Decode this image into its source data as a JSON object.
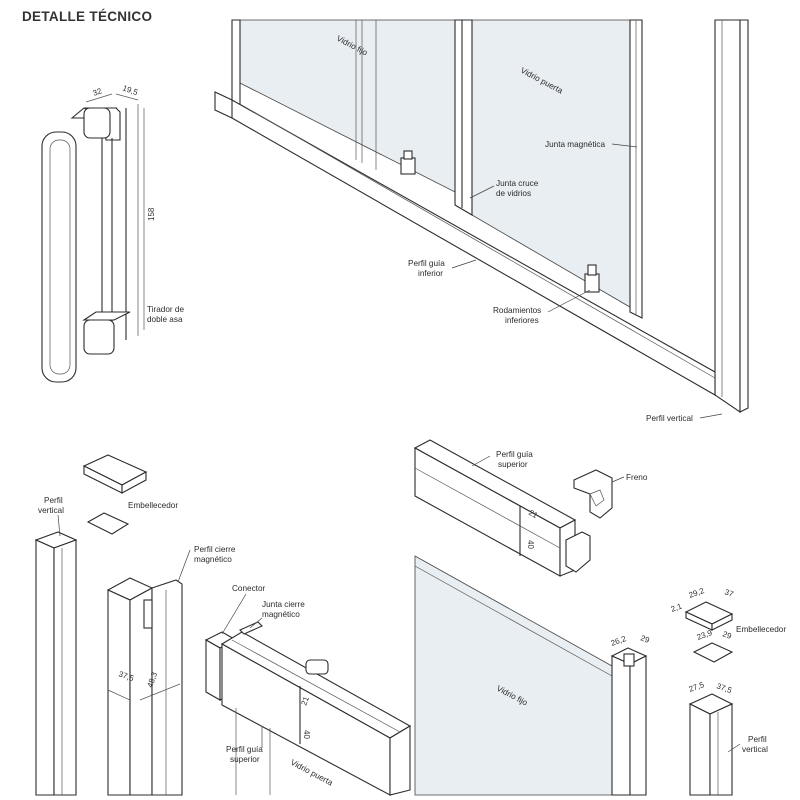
{
  "title": "DETALLE TÉCNICO",
  "labels": {
    "vidrio_fijo_top": "Vidrio fijo",
    "vidrio_puerta_top": "Vidrio puerta",
    "junta_magnetica": "Junta magnética",
    "junta_cruce_1": "Junta cruce",
    "junta_cruce_2": "de vidrios",
    "perfil_guia_inf_1": "Perfil guía",
    "perfil_guia_inf_2": "inferior",
    "rodamientos_1": "Rodamientos",
    "rodamientos_2": "inferiores",
    "perfil_vertical_top": "Perfil vertical",
    "tirador_1": "Tirador de",
    "tirador_2": "doble asa",
    "perfil_vertical_left_1": "Perfil",
    "perfil_vertical_left_2": "vertical",
    "embellecedor_left": "Embellecedor",
    "perfil_cierre_1": "Perfil cierre",
    "perfil_cierre_2": "magnético",
    "conector": "Conector",
    "junta_cierre_1": "Junta cierre",
    "junta_cierre_2": "magnético",
    "perfil_guia_sup_bottom_1": "Perfil guía",
    "perfil_guia_sup_bottom_2": "superior",
    "vidrio_puerta_bottom": "Vidrio puerta",
    "perfil_guia_sup_right_1": "Perfil guía",
    "perfil_guia_sup_right_2": "superior",
    "freno": "Freno",
    "vidrio_fijo_bottom": "Vidrio fijo",
    "embellecedor_right": "Embellecedor",
    "perfil_vertical_right_1": "Perfil",
    "perfil_vertical_right_2": "vertical"
  },
  "dimensions": {
    "handle_width": "32",
    "handle_depth": "19,5",
    "handle_height": "158",
    "left_profile_a": "37,5",
    "left_profile_b": "48,3",
    "bottom_rail_a": "21",
    "bottom_rail_b": "40",
    "right_rail_a": "21",
    "right_rail_b": "40",
    "right_profile_top_a": "26,2",
    "right_profile_top_b": "29",
    "cap_a": "29,2",
    "cap_b": "37",
    "cap_c": "2,1",
    "cap2_a": "23,9",
    "cap2_b": "29",
    "right_profile_bottom_a": "27,5",
    "right_profile_bottom_b": "37,5"
  }
}
